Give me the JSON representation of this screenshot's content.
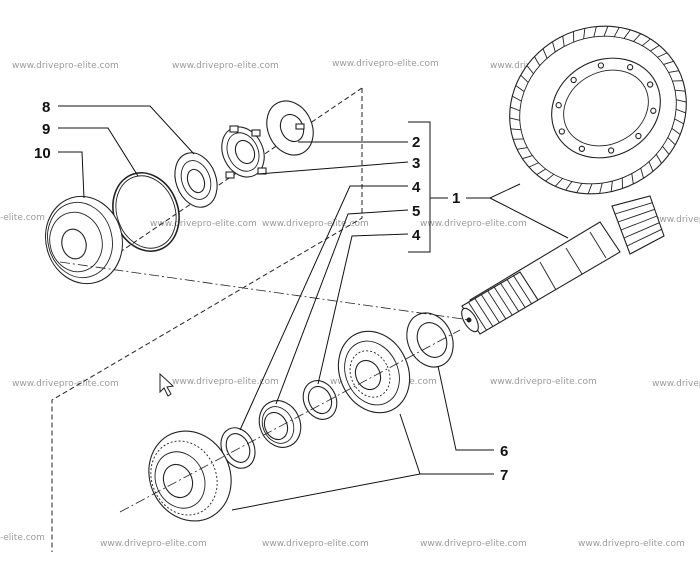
{
  "callouts": [
    {
      "id": "8",
      "label": "8"
    },
    {
      "id": "9",
      "label": "9"
    },
    {
      "id": "10",
      "label": "10"
    },
    {
      "id": "2",
      "label": "2"
    },
    {
      "id": "3",
      "label": "3"
    },
    {
      "id": "4a",
      "label": "4"
    },
    {
      "id": "5",
      "label": "5"
    },
    {
      "id": "4b",
      "label": "4"
    },
    {
      "id": "1",
      "label": "1"
    },
    {
      "id": "6",
      "label": "6"
    },
    {
      "id": "7",
      "label": "7"
    }
  ],
  "watermark": "www.drivepro-elite.com",
  "watermark_clipped": "-elite.com"
}
